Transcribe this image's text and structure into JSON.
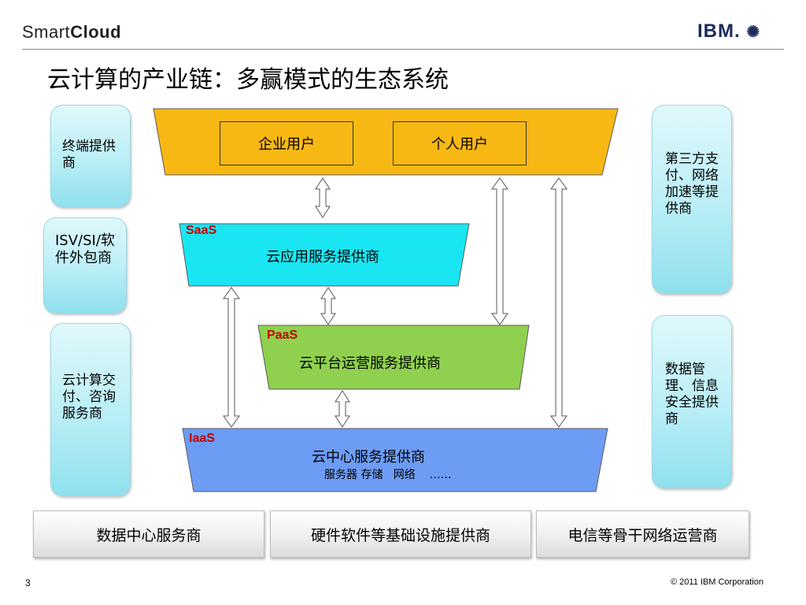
{
  "header": {
    "brand_prefix": "Smart",
    "brand_suffix": "Cloud",
    "logo_text": "IBM.",
    "title": "云计算的产业链：多赢模式的生态系统"
  },
  "top_layer": {
    "box_left": "企业用户",
    "box_right": "个人用户",
    "color": "#f8b814"
  },
  "saas": {
    "tag": "SaaS",
    "label": "云应用服务提供商",
    "color": "#19e6f2"
  },
  "paas": {
    "tag": "PaaS",
    "label": "云平台运营服务提供商",
    "color": "#8fd14f"
  },
  "iaas": {
    "tag": "IaaS",
    "label": "云中心服务提供商",
    "sublabel": "服务器 存储   网络    ……",
    "color": "#6d9cf5"
  },
  "left_panels": [
    {
      "text": "终端提供商"
    },
    {
      "text": "ISV/SI/软件外包商"
    },
    {
      "text": "云计算交付、咨询服务商"
    }
  ],
  "right_panels": [
    {
      "text": "第三方支付、网络加速等提供商"
    },
    {
      "text": "数据管理、信息安全提供商"
    }
  ],
  "bottom": [
    {
      "label": "数据中心服务商"
    },
    {
      "label": "硬件软件等基础设施提供商"
    },
    {
      "label": "电信等骨干网络运营商"
    }
  ],
  "footer": {
    "page_number": "3",
    "copyright": "© 2011 IBM Corporation"
  }
}
